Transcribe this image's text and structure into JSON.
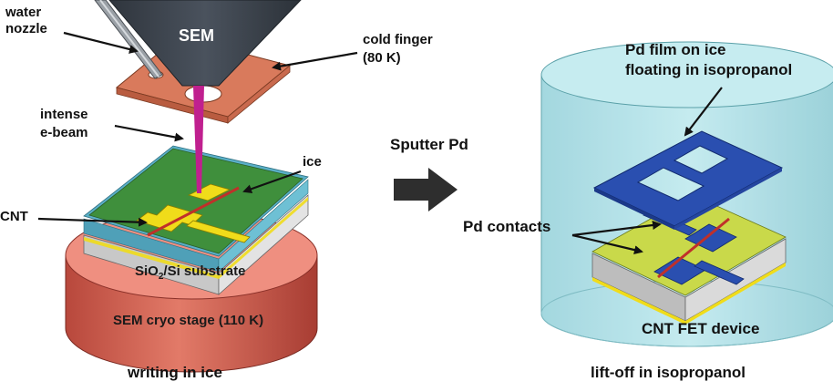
{
  "left_panel": {
    "sem_label": "SEM",
    "water_nozzle_line1": "water",
    "water_nozzle_line2": "nozzle",
    "cold_finger_line1": "cold finger",
    "cold_finger_line2": "(80 K)",
    "ebeam_line1": "intense",
    "ebeam_line2": "e-beam",
    "ice_label": "ice",
    "cnt_label": "CNT",
    "substrate_label": "SiO",
    "substrate_sub": "2",
    "substrate_label_rest": "/Si substrate",
    "stage_label": "SEM cryo stage (110 K)",
    "caption": "writing in ice"
  },
  "middle": {
    "step_label": "Sputter Pd"
  },
  "right_panel": {
    "film_line1": "Pd film on ice",
    "film_line2": "floating in isopropanol",
    "contacts_label": "Pd contacts",
    "device_label": "CNT FET device",
    "caption": "lift-off in isopropanol"
  },
  "colors": {
    "sem_body": "#3f4650",
    "cold_finger": "#d97a5c",
    "beam": "#c0208f",
    "ice_green": "#3f8f3c",
    "ice_edge": "#5ab0c8",
    "gold": "#f0dc1a",
    "cnt_red": "#c0302a",
    "substrate": "#bdbdbd",
    "stage": "#d9685a",
    "liquid": "#a8dde4",
    "pd_blue": "#2a4fb0",
    "device_top": "#c9d94a"
  }
}
